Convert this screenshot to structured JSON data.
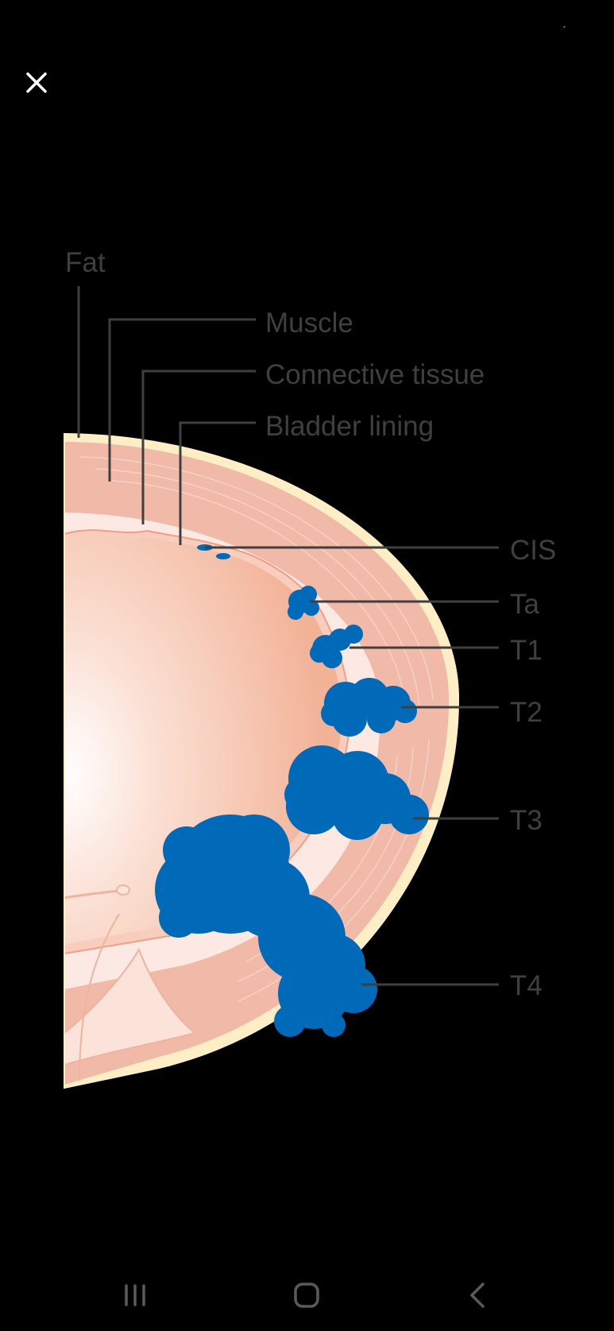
{
  "viewer": {
    "close_icon": "close-icon"
  },
  "diagram": {
    "labels": {
      "fat": "Fat",
      "muscle": "Muscle",
      "connective_tissue": "Connective tissue",
      "bladder_lining": "Bladder lining",
      "cis": "CIS",
      "ta": "Ta",
      "t1": "T1",
      "t2": "T2",
      "t3": "T3",
      "t4": "T4"
    },
    "colors": {
      "tumor": "#0069b8",
      "fat": "#fdeec6",
      "muscle": "#f0b9a8",
      "connective": "#fde9e3",
      "leader": "#3f3f3f"
    }
  },
  "navbar": {
    "recent_icon": "recent-apps-icon",
    "home_icon": "home-icon",
    "back_icon": "back-icon"
  }
}
